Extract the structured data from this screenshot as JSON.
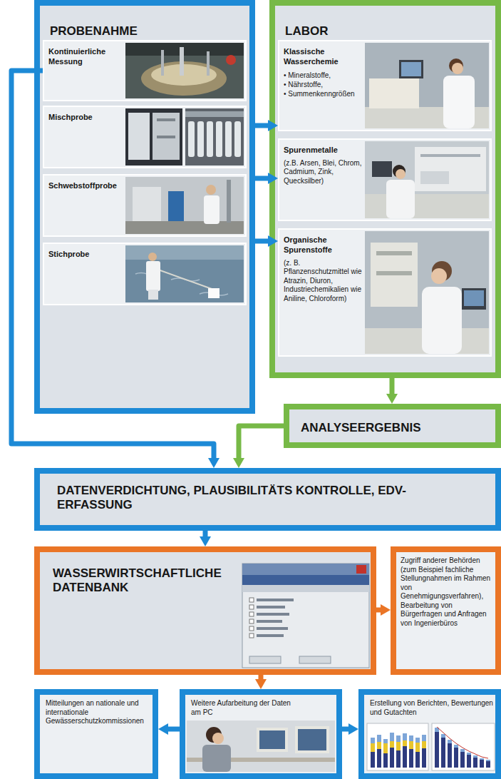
{
  "diagram": {
    "nodes": [
      {
        "text": [
          "PROBENAHME"
        ]
      },
      {
        "text": [
          "Kontinuierliche Messung"
        ],
        "in": 0
      },
      {
        "text": [
          "Mischprobe"
        ],
        "in": 0
      },
      {
        "text": [
          "Schwebstoffprobe"
        ],
        "in": 0
      },
      {
        "text": [
          "Stichprobe"
        ],
        "in": 0
      },
      {
        "text": [
          "LABOR"
        ]
      },
      {
        "text": [
          "Klassische Wasserchemie",
          "• Mineralstoffe,",
          "• Nährstoffe,",
          "• Summenkenngrößen"
        ],
        "in": 5
      },
      {
        "text": [
          "Spurenmetalle",
          "(z.B. Arsen, Blei, Chrom, Cadmium, Zink, Quecksilber)"
        ],
        "in": 5
      },
      {
        "text": [
          "Organische Spurenstoffe",
          "(z. B. Pflanzenschutzmittel wie Atrazin, Diuron, Industriechemikalien wie Aniline, Chloroform)"
        ],
        "in": 5
      },
      {
        "text": [
          "ANALYSEERGEBNIS"
        ]
      },
      {
        "text": [
          "DATENVERDICHTUNG, PLAUSIBILITÄTS KONTROLLE, EDV-ERFASSUNG"
        ]
      },
      {
        "text": [
          "WASSERWIRTSCHAFTLICHE DATENBANK"
        ]
      },
      {
        "text": [
          "Zugriff anderer Behörden (zum Beispiel fachliche Stellungnahmen im Rahmen von Genehmigungsverfahren), Bearbeitung von Bürgerfragen und Anfragen von Ingenierbüros"
        ]
      },
      {
        "text": [
          "Mitteilungen an nationale und internationale Gewässerschutzkommissionen"
        ]
      },
      {
        "text": [
          "Weitere Aufarbeitung der Daten am PC"
        ]
      },
      {
        "text": [
          "Erstellung von Berichten, Bewertungen und Gutachten"
        ]
      }
    ],
    "edges": [
      {
        "from": 1,
        "to": 10,
        "arrow": "to"
      },
      {
        "from": 0,
        "to": 6,
        "arrow": "to"
      },
      {
        "from": 0,
        "to": 7,
        "arrow": "to"
      },
      {
        "from": 0,
        "to": 8,
        "arrow": "to"
      },
      {
        "from": 5,
        "to": 9,
        "arrow": "to"
      },
      {
        "from": 9,
        "to": 10,
        "arrow": "to"
      },
      {
        "from": 10,
        "to": 11,
        "arrow": "to"
      },
      {
        "from": 11,
        "to": 12,
        "arrow": "to"
      },
      {
        "from": 11,
        "to": 14,
        "arrow": "to"
      },
      {
        "from": 14,
        "to": 13,
        "arrow": "to"
      },
      {
        "from": 14,
        "to": 15,
        "arrow": "to"
      }
    ]
  }
}
